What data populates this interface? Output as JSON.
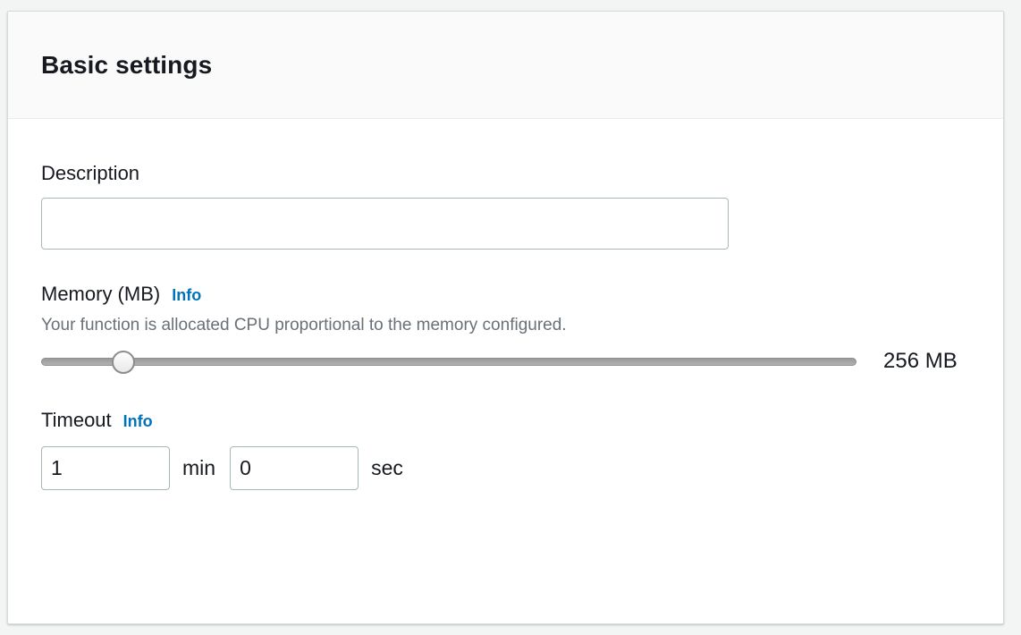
{
  "panel": {
    "title": "Basic settings"
  },
  "description_field": {
    "label": "Description",
    "value": "",
    "placeholder": ""
  },
  "memory_field": {
    "label": "Memory (MB)",
    "info_label": "Info",
    "description": "Your function is allocated CPU proportional to the memory configured.",
    "value_text": "256 MB",
    "slider": {
      "min": "128",
      "max": "10240",
      "value": "1024",
      "step": "1"
    }
  },
  "timeout_field": {
    "label": "Timeout",
    "info_label": "Info",
    "minutes_value": "1",
    "minutes_unit": "min",
    "seconds_value": "0",
    "seconds_unit": "sec"
  },
  "colors": {
    "accent_link": "#0073bb",
    "text_primary": "#16191f",
    "text_secondary": "#687078",
    "input_border": "#aab7b8",
    "panel_border": "#d5dbdb",
    "header_background": "#fafafa",
    "page_background": "#f3f4f4"
  }
}
